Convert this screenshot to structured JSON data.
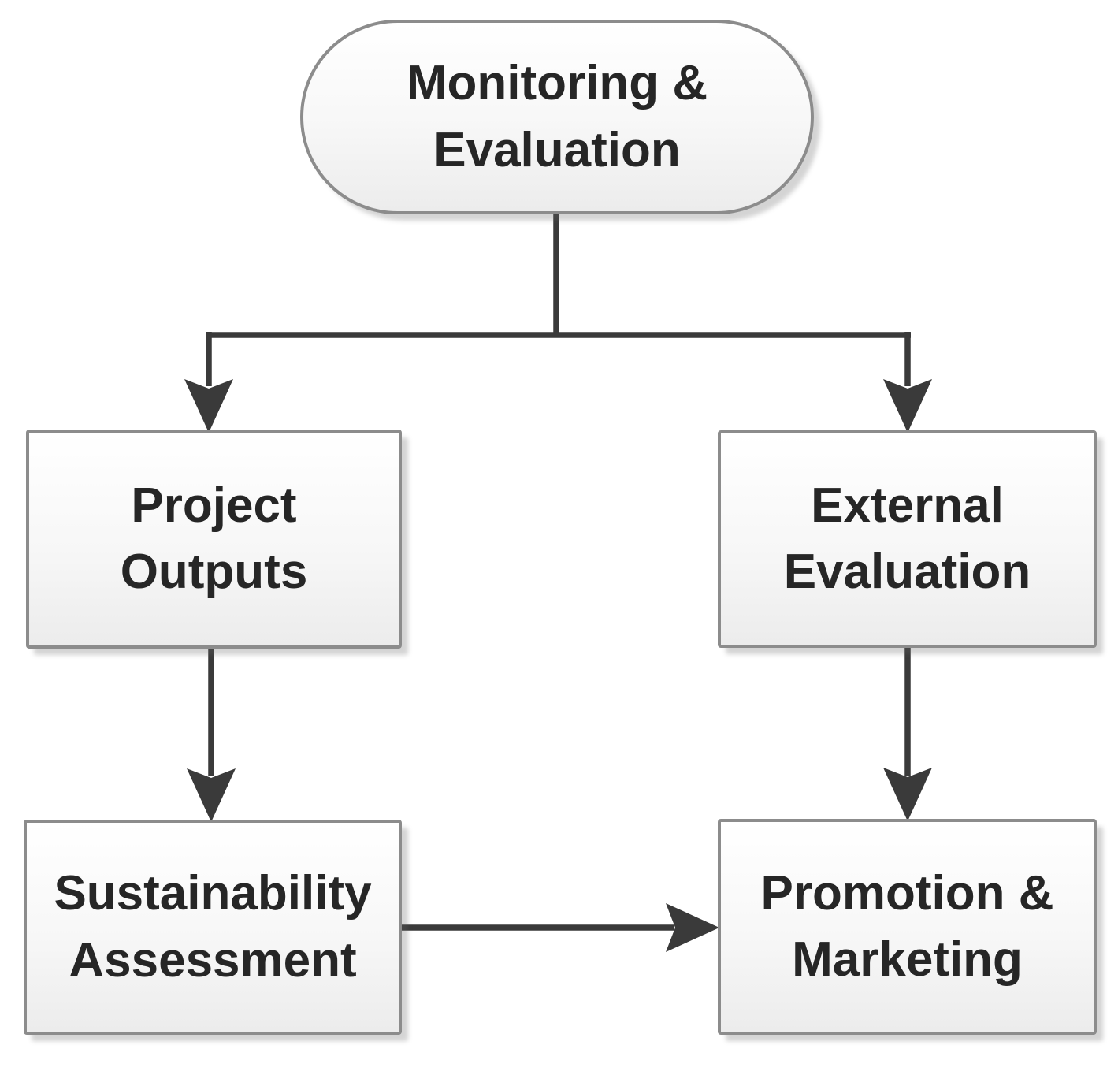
{
  "diagram": {
    "type": "flowchart",
    "nodes": {
      "monitoring_evaluation": {
        "id": "monitoring-evaluation",
        "shape": "rounded",
        "label": "Monitoring & Evaluation",
        "line1": "Monitoring &",
        "line2": "Evaluation"
      },
      "project_outputs": {
        "id": "project-outputs",
        "shape": "rectangle",
        "label": "Project Outputs",
        "line1": "Project",
        "line2": "Outputs"
      },
      "external_evaluation": {
        "id": "external-evaluation",
        "shape": "rectangle",
        "label": "External Evaluation",
        "line1": "External",
        "line2": "Evaluation"
      },
      "sustainability_assessment": {
        "id": "sustainability-assessment",
        "shape": "rectangle",
        "label": "Sustainability Assessment",
        "line1": "Sustainability",
        "line2": "Assessment"
      },
      "promotion_marketing": {
        "id": "promotion-marketing",
        "shape": "rectangle",
        "label": "Promotion & Marketing",
        "line1": "Promotion &",
        "line2": "Marketing"
      }
    },
    "edges": [
      {
        "from": "monitoring-evaluation",
        "to": "project-outputs",
        "direction": "down"
      },
      {
        "from": "monitoring-evaluation",
        "to": "external-evaluation",
        "direction": "down"
      },
      {
        "from": "project-outputs",
        "to": "sustainability-assessment",
        "direction": "down"
      },
      {
        "from": "external-evaluation",
        "to": "promotion-marketing",
        "direction": "down"
      },
      {
        "from": "sustainability-assessment",
        "to": "promotion-marketing",
        "direction": "right"
      }
    ],
    "colors": {
      "connector": "#3a3a3a",
      "node_border": "#8c8c8c",
      "node_fill_top": "#ffffff",
      "node_fill_bottom": "#ececec",
      "text": "#262626"
    }
  }
}
